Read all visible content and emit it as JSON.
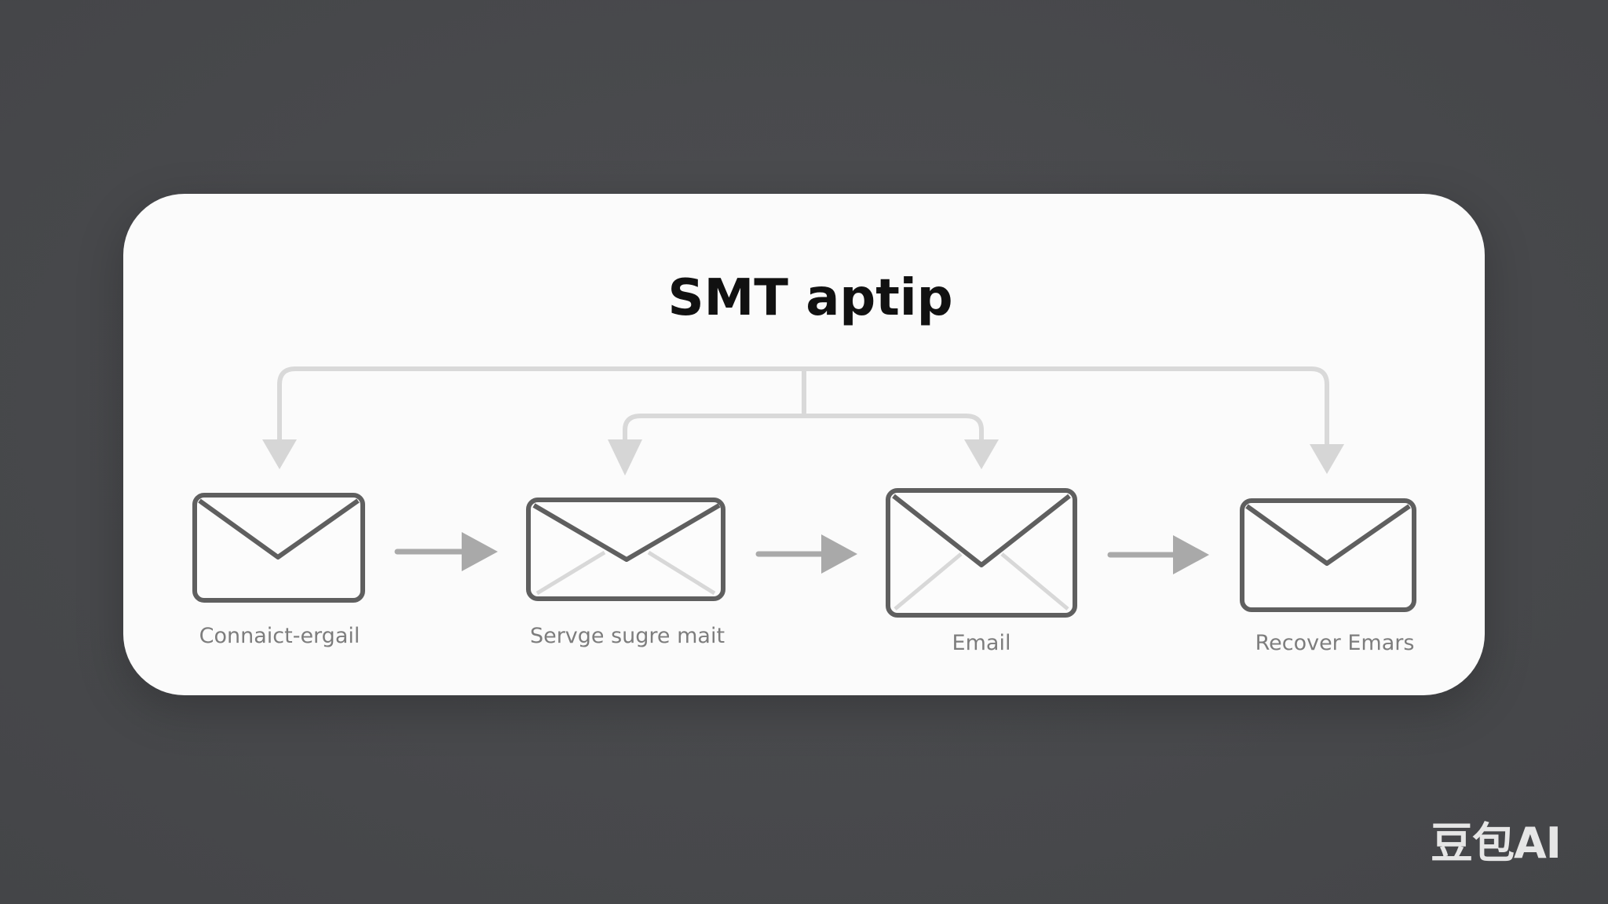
{
  "diagram": {
    "title": "SMT aptip",
    "nodes": [
      {
        "label": "Connaict-ergail",
        "icon": "envelope-icon"
      },
      {
        "label": "Servge sugre mait",
        "icon": "envelope-icon"
      },
      {
        "label": "Email",
        "icon": "envelope-icon"
      },
      {
        "label": "Recover Emars",
        "icon": "envelope-icon"
      }
    ],
    "flow": "left-to-right",
    "branches_from_top": [
      "Connaict-ergail",
      "Servge sugre mait",
      "Email",
      "Recover Emars"
    ]
  },
  "watermark": {
    "text": "豆包AI"
  },
  "colors": {
    "background": "#48494c",
    "card": "#fbfbfb",
    "envelope_stroke": "#5f5f5f",
    "arrow": "#a9a9a9",
    "branch_line": "#d6d6d6",
    "label": "#7d7d7d",
    "title": "#111111"
  }
}
